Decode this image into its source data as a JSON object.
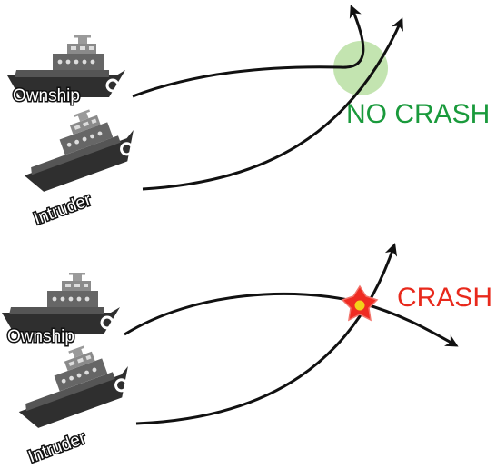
{
  "scenarios": [
    {
      "ownship_label": "Ownship",
      "intruder_label": "Intruder",
      "outcome_label": "NO CRASH",
      "outcome_color": "#1a9a3c",
      "marker_fill": "#b9dfa2",
      "marker_shape": "circle"
    },
    {
      "ownship_label": "Ownship",
      "intruder_label": "Intruder",
      "outcome_label": "CRASH",
      "outcome_color": "#e8291c",
      "marker_fill": "#ef2b22",
      "marker_center_fill": "#f2d21a",
      "marker_shape": "star"
    }
  ],
  "colors": {
    "ship_hull": "#2f2f2f",
    "ship_deck": "#666666",
    "ship_cabin": "#9a9a9a",
    "trajectory": "#111111"
  }
}
